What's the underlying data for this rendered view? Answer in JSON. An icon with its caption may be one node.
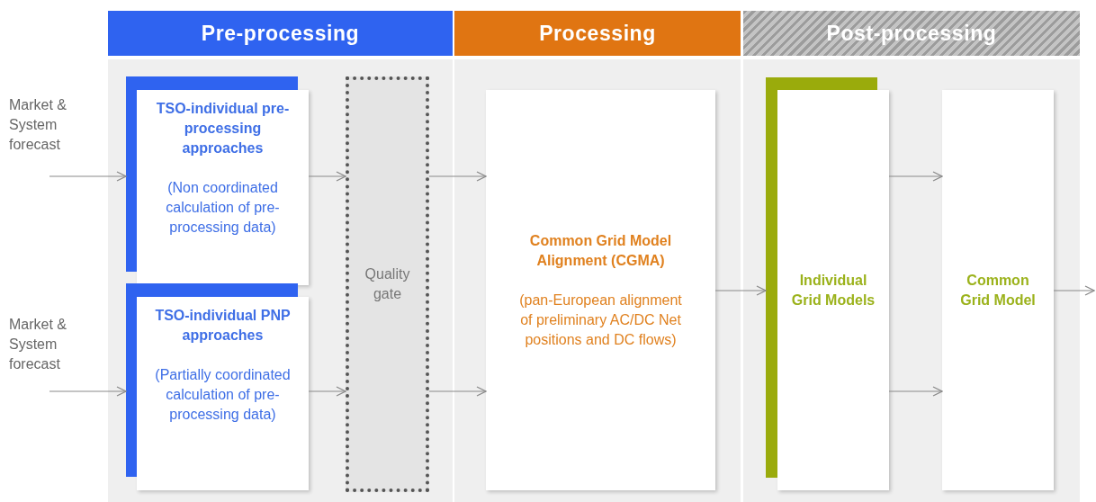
{
  "diagram": {
    "nodes": [
      {
        "text": [
          "Pre-processing"
        ]
      },
      {
        "text": [
          "Market & System forecast"
        ]
      },
      {
        "text": [
          "Market & System forecast"
        ]
      },
      {
        "text": [
          "TSO-individual pre-processing approaches",
          "(Non coordinated calculation of pre-processing data)"
        ],
        "in": 0
      },
      {
        "text": [
          "TSO-individual PNP approaches",
          "(Partially coordinated calculation of pre-processing data)"
        ],
        "in": 0
      },
      {
        "text": [
          "Quality gate"
        ],
        "in": 0
      },
      {
        "text": [
          "Processing"
        ]
      },
      {
        "text": [
          "Common Grid Model Alignment (CGMA)",
          "(pan-European alignment of preliminary AC/DC Net positions and DC flows)"
        ],
        "in": 6
      },
      {
        "text": [
          "Post-processing"
        ]
      },
      {
        "text": [
          "Individual Grid Models"
        ],
        "in": 8
      },
      {
        "text": [
          "Common Grid Model"
        ],
        "in": 8
      }
    ],
    "edges": [
      {
        "from": 1,
        "to": 3,
        "arrow": "to"
      },
      {
        "from": 2,
        "to": 4,
        "arrow": "to"
      },
      {
        "from": 3,
        "to": 5,
        "arrow": "to"
      },
      {
        "from": 4,
        "to": 5,
        "arrow": "to"
      },
      {
        "from": 5,
        "to": 7,
        "arrow": "to"
      },
      {
        "from": 5,
        "to": 7,
        "arrow": "to"
      },
      {
        "from": 7,
        "to": 9,
        "arrow": "to"
      },
      {
        "from": 9,
        "to": 10,
        "arrow": "to"
      },
      {
        "from": 9,
        "to": 10,
        "arrow": "to"
      },
      {
        "from": 10,
        "to": null,
        "arrow": "to"
      }
    ]
  }
}
